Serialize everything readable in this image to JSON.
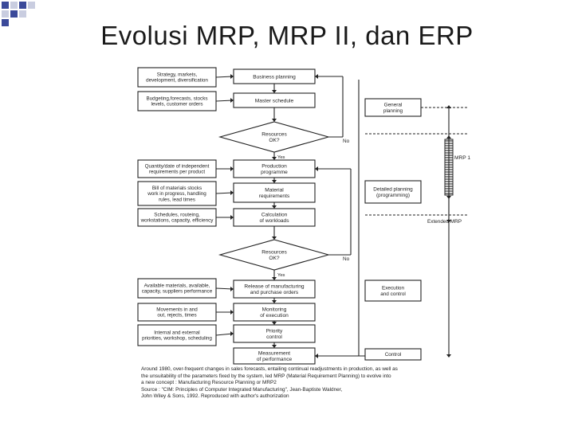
{
  "slide": {
    "title": "Evolusi MRP, MRP II, dan ERP"
  },
  "colors": {
    "title": "#1a1a1a",
    "corner_blue": "#3b4a9a",
    "corner_grey": "#c9cde0",
    "line": "#222222"
  },
  "left_boxes": [
    [
      "Strategy, markets,",
      "development, diversification"
    ],
    [
      "Budgeting,forecasts, stocks",
      "levels, customer orders"
    ],
    [
      "Quantity/date of independent",
      "requirements per product"
    ],
    [
      "Bill of materials stocks",
      "work in progress, handling",
      "rules, lead times"
    ],
    [
      "Schedules, routeing,",
      "workstations, capacity, efficiency"
    ],
    [
      "Available materials, available,",
      "capacity, suppliers performance"
    ],
    [
      "Movements in and",
      "out, rejects, times"
    ],
    [
      "Internal and external",
      "priorities, workshop, scheduling"
    ]
  ],
  "center_boxes": [
    [
      "Business   planning"
    ],
    [
      "Master schedule"
    ],
    [
      "Production",
      "programme"
    ],
    [
      "Material",
      "requirements"
    ],
    [
      "Calculation",
      "of workloads"
    ],
    [
      "Release of manufacturing",
      "and purchase orders"
    ],
    [
      "Monitoring",
      "of execution"
    ],
    [
      "Priority",
      "control"
    ],
    [
      "Measurement",
      "of performance"
    ]
  ],
  "decisions": [
    {
      "label": [
        "Resources",
        "OK?"
      ],
      "yes": "Yes",
      "no": "No"
    },
    {
      "label": [
        "Resources",
        "OK?"
      ],
      "yes": "Yes",
      "no": "No"
    }
  ],
  "right_boxes": [
    [
      "General",
      "planning"
    ],
    [
      "Detailed planning",
      "(programming)"
    ],
    [
      "Execution",
      "and control"
    ],
    [
      "Control"
    ]
  ],
  "bracket_labels": {
    "mrp1": "MRP 1",
    "extended": "Extended MRP"
  },
  "caption": [
    "Around 1980, over-frequent changes in sales forecasts, entailing continual readjustments in production, as well as",
    "the unsuitability of the parameters fixed by the system, led MRP (Material Requirement Planning) to evolve into",
    "a new concept : Manufacturing Resource Planning or MRP2",
    "Source : \"CIM: Principles of Computer Integrated Manufacturing\", Jean-Baptiste Waldner,",
    "John Wiley & Sons, 1992. Reproduced with author's authorization"
  ]
}
